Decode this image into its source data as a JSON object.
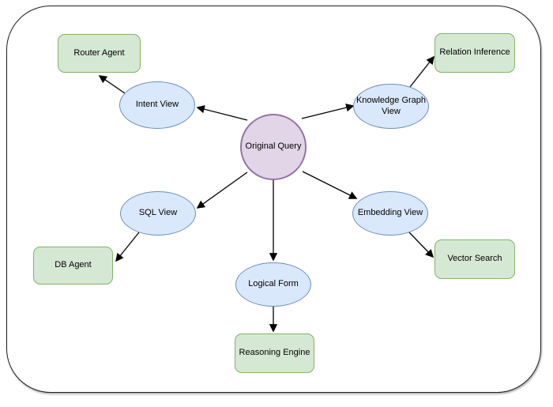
{
  "diagram": {
    "title": "query-view-routing-diagram",
    "colors": {
      "agent_fill": "#d5e8d4",
      "agent_border": "#82b366",
      "view_fill": "#dae8fc",
      "view_border": "#6c8ebf",
      "query_fill": "#e1d5e7",
      "query_border": "#9673a6",
      "edge": "#000000",
      "frame_border": "#1f1f1f",
      "background": "#ffffff"
    },
    "nodes": {
      "original_query": {
        "label": "Original Query",
        "shape": "circle"
      },
      "intent_view": {
        "label": "Intent View",
        "shape": "ellipse"
      },
      "knowledge_graph_view": {
        "label": "Knowledge Graph View",
        "lines": [
          "Knowledge Graph",
          "View"
        ],
        "shape": "ellipse"
      },
      "sql_view": {
        "label": "SQL View",
        "shape": "ellipse"
      },
      "embedding_view": {
        "label": "Embedding View",
        "shape": "ellipse"
      },
      "logical_form": {
        "label": "Logical Form",
        "shape": "ellipse"
      },
      "router_agent": {
        "label": "Router Agent",
        "shape": "rounded-rect"
      },
      "relation_inference": {
        "label": "Relation Inference",
        "shape": "rounded-rect"
      },
      "db_agent": {
        "label": "DB Agent",
        "shape": "rounded-rect"
      },
      "vector_search": {
        "label": "Vector Search",
        "shape": "rounded-rect"
      },
      "reasoning_engine": {
        "label": "Reasoning Engine",
        "shape": "rounded-rect"
      }
    },
    "edges": [
      {
        "from": "original_query",
        "to": "intent_view"
      },
      {
        "from": "original_query",
        "to": "knowledge_graph_view"
      },
      {
        "from": "original_query",
        "to": "sql_view"
      },
      {
        "from": "original_query",
        "to": "embedding_view"
      },
      {
        "from": "original_query",
        "to": "logical_form"
      },
      {
        "from": "intent_view",
        "to": "router_agent"
      },
      {
        "from": "knowledge_graph_view",
        "to": "relation_inference"
      },
      {
        "from": "sql_view",
        "to": "db_agent"
      },
      {
        "from": "embedding_view",
        "to": "vector_search"
      },
      {
        "from": "logical_form",
        "to": "reasoning_engine"
      }
    ]
  }
}
